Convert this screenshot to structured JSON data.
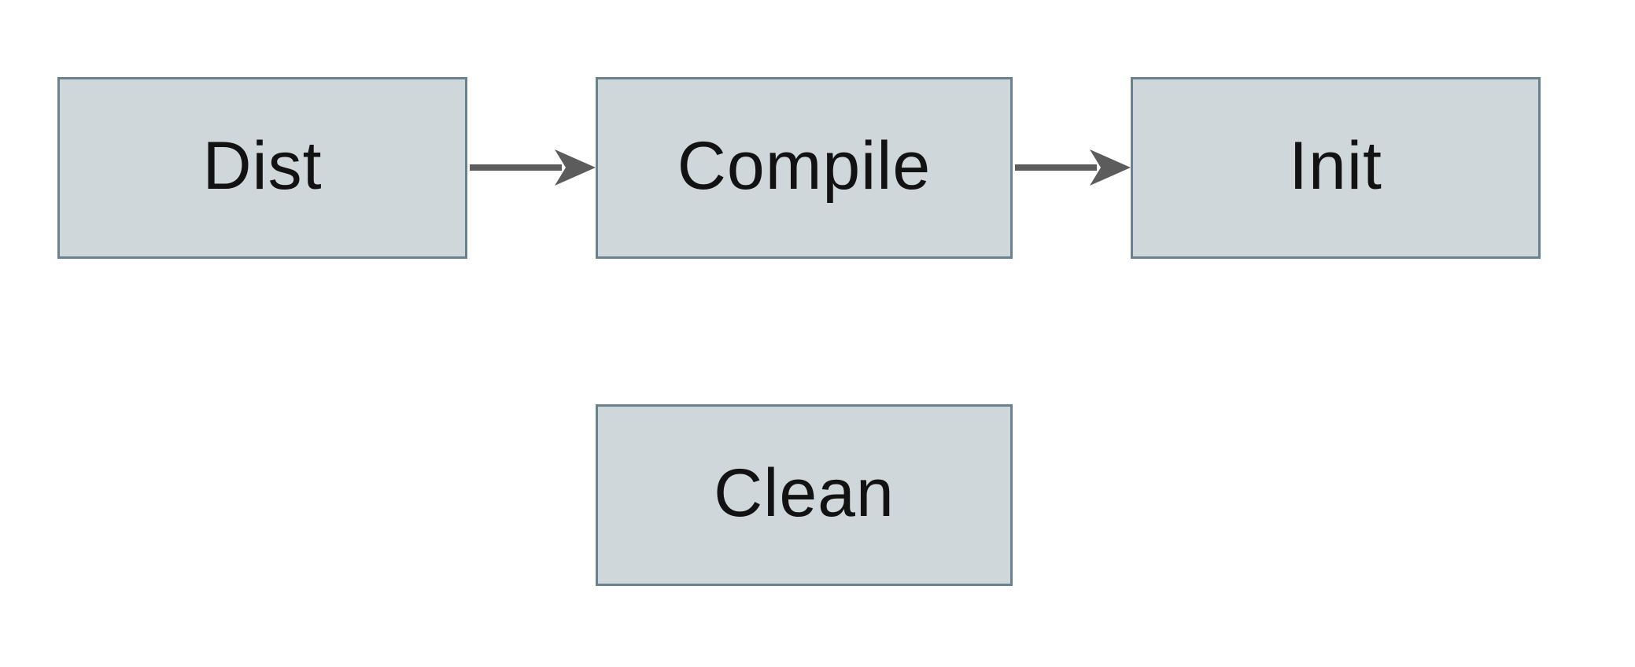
{
  "diagram": {
    "type": "flowchart",
    "colors": {
      "background": "#ffffff",
      "node-fill": "#cfd7da",
      "node-border": "#69828f",
      "arrow": "#5c5c5c",
      "text": "#121212"
    },
    "nodes": [
      {
        "id": "dist",
        "label": "Dist"
      },
      {
        "id": "compile",
        "label": "Compile"
      },
      {
        "id": "init",
        "label": "Init"
      },
      {
        "id": "clean",
        "label": "Clean"
      }
    ],
    "edges": [
      {
        "from": "dist",
        "to": "compile",
        "direction": "right"
      },
      {
        "from": "compile",
        "to": "init",
        "direction": "right"
      }
    ]
  }
}
